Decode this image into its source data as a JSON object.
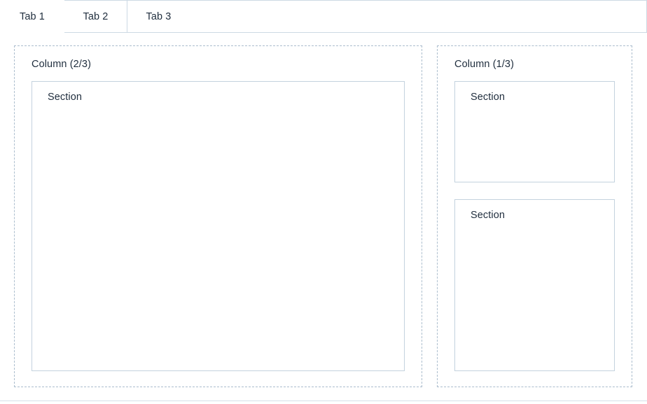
{
  "tabs": {
    "items": [
      {
        "label": "Tab 1",
        "active": true
      },
      {
        "label": "Tab 2",
        "active": false
      },
      {
        "label": "Tab 3",
        "active": false
      }
    ]
  },
  "panel": {
    "columns": [
      {
        "label": "Column (2/3)",
        "sections": [
          {
            "label": "Section"
          }
        ]
      },
      {
        "label": "Column (1/3)",
        "sections": [
          {
            "label": "Section"
          },
          {
            "label": "Section"
          }
        ]
      }
    ]
  },
  "colors": {
    "tab_border": "#ccd9e4",
    "column_dashed_border": "#abbdcd",
    "section_border": "#c3d2de",
    "text": "#1f2d3d",
    "panel_bottom_rule": "#d5dfe8",
    "background": "#ffffff"
  }
}
